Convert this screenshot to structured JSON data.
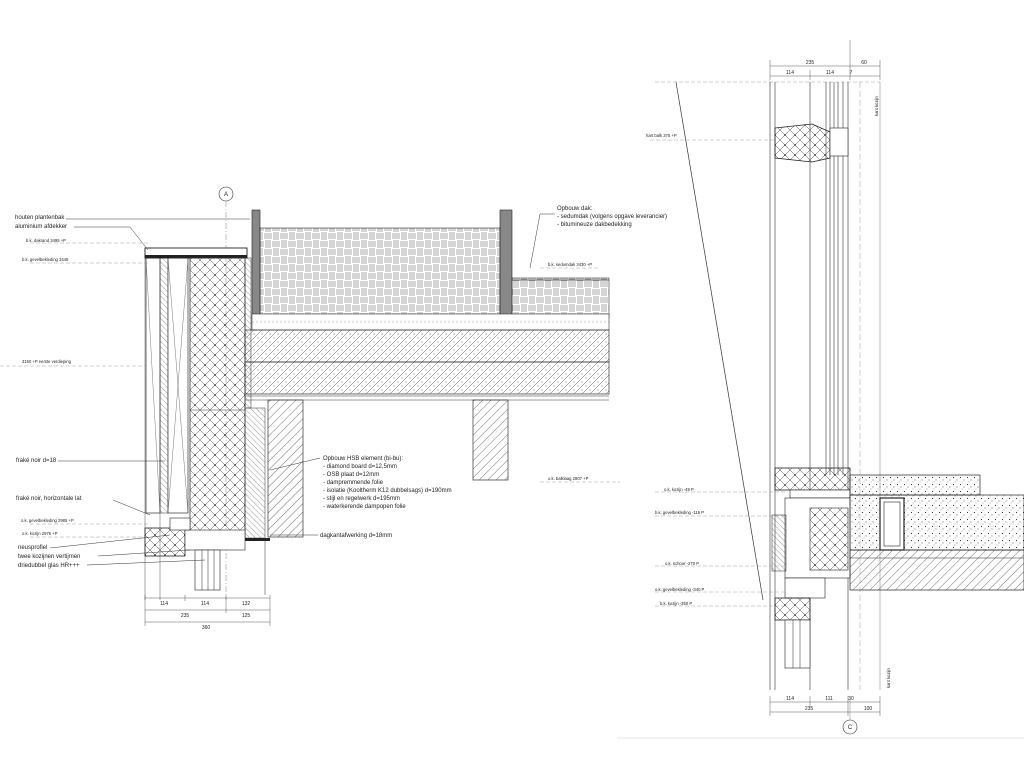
{
  "left_detail": {
    "bubble": "A",
    "labels": {
      "houten_plantenbak": "houten plantenbak",
      "aluminium_afdekker": "aluminium afdekker",
      "dakrand": "b.k. dakrand 3495 +P",
      "gevelbekleding_top": "b.k. gevelbekleding 3445",
      "eerste_verdieping": "3150 +P eerste verdieping",
      "frake_noir": "fraké noir d=18",
      "frake_noir_lat": "fraké noir, horizontale lat",
      "gevelbekleding_bottom": "o.k. gevelbekleding 2985 +P",
      "kozijn": "o.k. kozijn 2975 +P",
      "neusprofiel": "neusprofiel",
      "kozijnen": "twee kozijnen vertijmen",
      "glas": "driedubbel glas HR+++",
      "dagkant": "dagkantafwerking d=18mm",
      "sedumdak_level": "b.k. sedumdak 3430 +P",
      "balklaag": "o.k. balklaag 2807 +P"
    },
    "roof_note": [
      "Opbouw dak:",
      "- sedumdak (volgens opgave leverancier)",
      "- bitumineuze dakbedekking"
    ],
    "hsb_note": [
      "Opbouw HSB element (bi-bu):",
      "- diamond board d=12,5mm",
      "- OSB plaat d=12mm",
      "- dampremmende folie",
      "- isolatie (Kooltherm K12 dubbelsags) d=190mm",
      "- stijl en regelwerk d=195mm",
      "- waterkerende dampopen folie"
    ],
    "dims_row1": [
      "114",
      "114",
      "132"
    ],
    "dims_row2": [
      "235",
      "125"
    ],
    "dims_row3": [
      "360"
    ]
  },
  "right_detail": {
    "bubble": "C",
    "top_dims_row1": [
      "235",
      "60"
    ],
    "top_dims_row2": [
      "114",
      "114",
      "7"
    ],
    "labels": {
      "kant_kozijn_top": "kant kozijn",
      "kant_kozijn_bottom": "kant kozijn",
      "hart_balk": "hart balk 375 +P",
      "kozijn": "o.k. kozijn -49 P",
      "gevelbekleding_top": "b.k. gevelbekleding -115 P",
      "schoor": "o.k. schoor -270 P",
      "gevelbekleding_bottom": "o.k. gevelbekleding -340 P",
      "kozijn_bottom": "b.k. kozijn -350 P"
    },
    "bottom_dims_row1": [
      "114",
      "111",
      "30"
    ],
    "bottom_dims_row2": [
      "235",
      "100"
    ]
  }
}
